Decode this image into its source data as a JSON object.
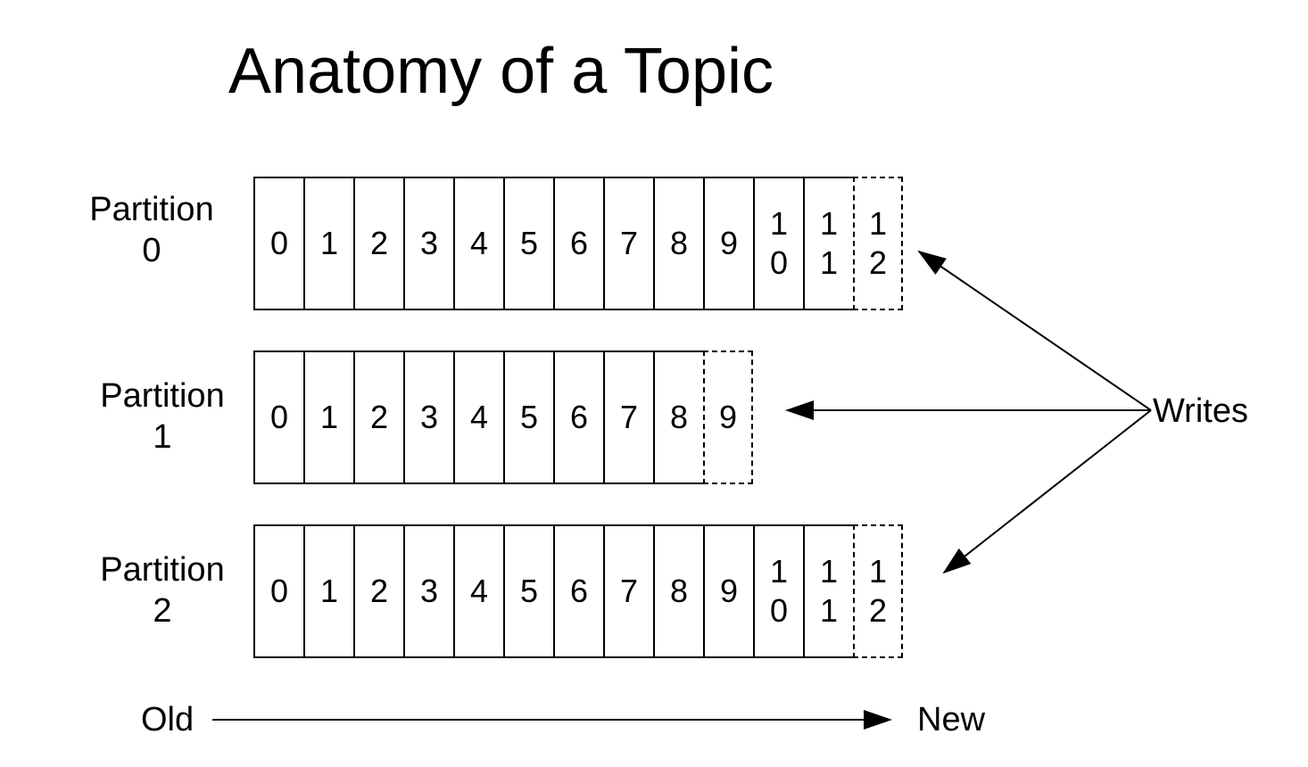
{
  "title": "Anatomy of a Topic",
  "partitions": [
    {
      "label_line1": "Partition",
      "label_line2": "0",
      "cells": [
        "0",
        "1",
        "2",
        "3",
        "4",
        "5",
        "6",
        "7",
        "8",
        "9",
        "10",
        "11"
      ],
      "next": "12"
    },
    {
      "label_line1": "Partition",
      "label_line2": "1",
      "cells": [
        "0",
        "1",
        "2",
        "3",
        "4",
        "5",
        "6",
        "7",
        "8"
      ],
      "next": "9"
    },
    {
      "label_line1": "Partition",
      "label_line2": "2",
      "cells": [
        "0",
        "1",
        "2",
        "3",
        "4",
        "5",
        "6",
        "7",
        "8",
        "9",
        "10",
        "11"
      ],
      "next": "12"
    }
  ],
  "writes_label": "Writes",
  "axis": {
    "old_label": "Old",
    "new_label": "New"
  }
}
